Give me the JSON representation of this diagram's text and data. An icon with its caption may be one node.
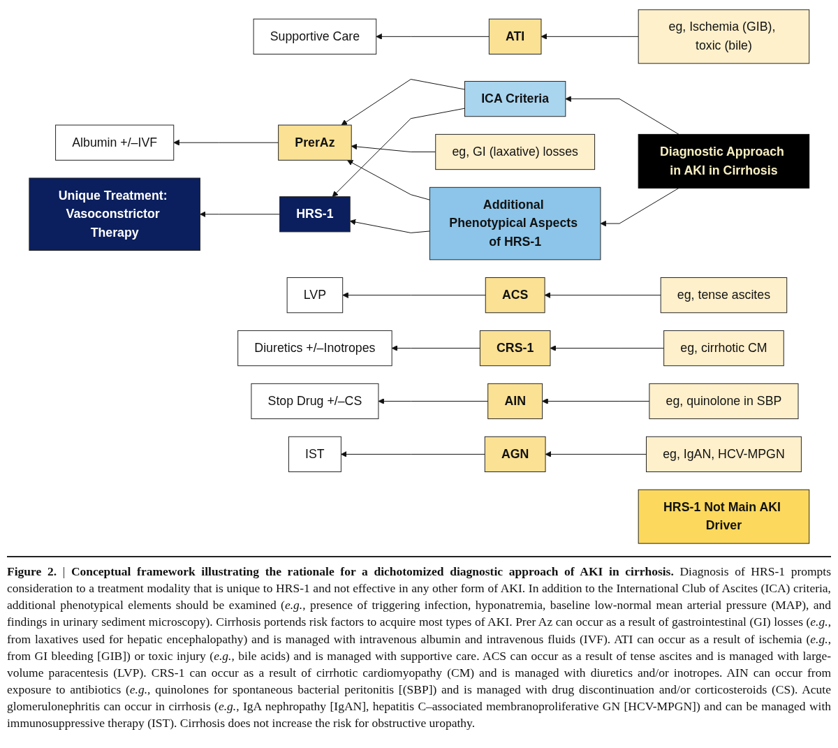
{
  "diagram": {
    "nodes": [
      {
        "text": [
          "Diagnostic Approach in AKI in Cirrhosis"
        ]
      },
      {
        "text": [
          "ICA Criteria"
        ]
      },
      {
        "text": [
          "Additional Phenotypical Aspects of HRS-1"
        ]
      },
      {
        "text": [
          "Albumin +/–IVF"
        ]
      },
      {
        "text": [
          "PrerAz"
        ]
      },
      {
        "text": [
          "eg, GI (laxative) losses"
        ]
      },
      {
        "text": [
          "Supportive Care"
        ]
      },
      {
        "text": [
          "ATI"
        ]
      },
      {
        "text": [
          "eg, Ischemia (GIB), toxic (bile)"
        ]
      },
      {
        "text": [
          "LVP"
        ]
      },
      {
        "text": [
          "ACS"
        ]
      },
      {
        "text": [
          "eg, tense ascites"
        ]
      },
      {
        "text": [
          "Diuretics +/–Inotropes"
        ]
      },
      {
        "text": [
          "CRS-1"
        ]
      },
      {
        "text": [
          "eg, cirrhotic CM"
        ]
      },
      {
        "text": [
          "Stop Drug +/–CS"
        ]
      },
      {
        "text": [
          "AIN"
        ]
      },
      {
        "text": [
          "eg, quinolone in SBP"
        ]
      },
      {
        "text": [
          "IST"
        ]
      },
      {
        "text": [
          "AGN"
        ]
      },
      {
        "text": [
          "eg, IgAN, HCV-MPGN"
        ]
      },
      {
        "text": [
          "HRS-1"
        ]
      },
      {
        "text": [
          "Unique Treatment: Vasoconstrictor Therapy"
        ]
      },
      {
        "text": [
          "HRS-1 Not Main AKI Driver"
        ]
      }
    ],
    "edges": [
      {
        "from": 0,
        "to": 1,
        "arrow": "to"
      },
      {
        "from": 0,
        "to": 2,
        "arrow": "to"
      },
      {
        "from": 1,
        "to": 4,
        "arrow": "to"
      },
      {
        "from": 2,
        "to": 4,
        "arrow": "to"
      },
      {
        "from": 1,
        "to": 21,
        "arrow": "to"
      },
      {
        "from": 2,
        "to": 21,
        "arrow": "to"
      },
      {
        "from": 5,
        "to": 4,
        "arrow": "to"
      },
      {
        "from": 4,
        "to": 3,
        "arrow": "to"
      },
      {
        "from": 8,
        "to": 7,
        "arrow": "to"
      },
      {
        "from": 7,
        "to": 6,
        "arrow": "to"
      },
      {
        "from": 11,
        "to": 10,
        "arrow": "to"
      },
      {
        "from": 10,
        "to": 9,
        "arrow": "to"
      },
      {
        "from": 14,
        "to": 13,
        "arrow": "to"
      },
      {
        "from": 13,
        "to": 12,
        "arrow": "to"
      },
      {
        "from": 17,
        "to": 16,
        "arrow": "to"
      },
      {
        "from": 16,
        "to": 15,
        "arrow": "to"
      },
      {
        "from": 20,
        "to": 19,
        "arrow": "to"
      },
      {
        "from": 19,
        "to": 18,
        "arrow": "to"
      },
      {
        "from": 21,
        "to": 22,
        "arrow": "to"
      }
    ],
    "caption": "**Figure 2.** | **Conceptual framework illustrating the rationale for a dichotomized diagnostic approach of AKI in cirrhosis.** Diagnosis of HRS-1 prompts consideration to a treatment modality that is unique to HRS-1 and not effective in any other form of AKI. In addition to the International Club of Ascites (ICA) criteria, additional phenotypical elements should be examined (*e.g.*, presence of triggering infection, hyponatremia, baseline low-normal mean arterial pressure (MAP), and findings in urinary sediment microscopy). Cirrhosis portends risk factors to acquire most types of AKI. Prer Az can occur as a result of gastrointestinal (GI) losses (*e.g.*, from laxatives used for hepatic encephalopathy) and is managed with intravenous albumin and intravenous fluids (IVF). ATI can occur as a result of ischemia (*e.g.*, from GI bleeding [GIB]) or toxic injury (*e.g.*, bile acids) and is managed with supportive care. ACS can occur as a result of tense ascites and is managed with large-volume paracentesis (LVP). CRS-1 can occur as a result of cirrhotic cardiomyopathy (CM) and is managed with diuretics and/or inotropes. AIN can occur from exposure to antibiotics (*e.g.*, quinolones for spontaneous bacterial peritonitis [(SBP]) and is managed with drug discontinuation and/or corticosteroids (CS). Acute glomerulonephritis can occur in cirrhosis (*e.g.*, IgA nephropathy [IgAN], hepatitis C–associated membranoproliferative GN [HCV-MPGN]) and can be managed with immunosuppressive therapy (IST). Cirrhosis does not increase the risk for obstructive uropathy."
  }
}
